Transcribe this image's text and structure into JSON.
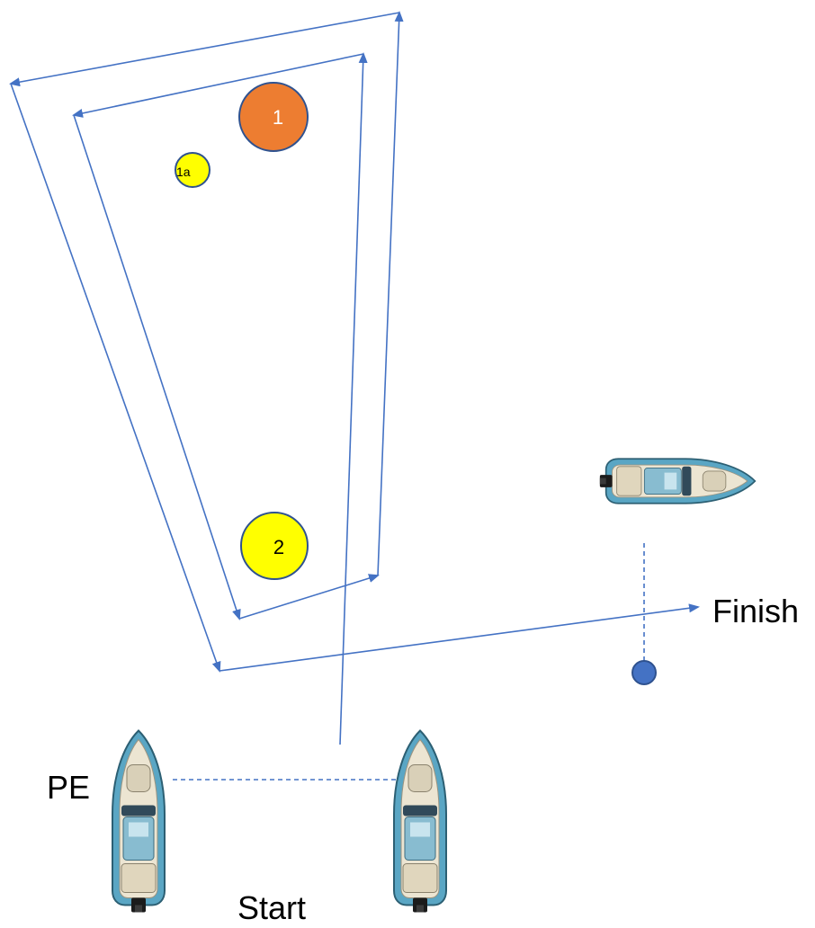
{
  "course": {
    "marks": {
      "mark1": {
        "label": "1",
        "color": "#ED7D31"
      },
      "mark1a": {
        "label": "1a",
        "color": "#FFFF00"
      },
      "mark2": {
        "label": "2",
        "color": "#FFFF00"
      }
    },
    "finish_buoy_color": "#4472C4",
    "line_color": "#4472C4",
    "labels": {
      "finish": "Finish",
      "start": "Start",
      "pin_end": "PE"
    },
    "boats": {
      "finish_boat": "motorboat-icon",
      "start_boat_pin": "motorboat-icon",
      "start_boat_committee": "motorboat-icon"
    }
  }
}
